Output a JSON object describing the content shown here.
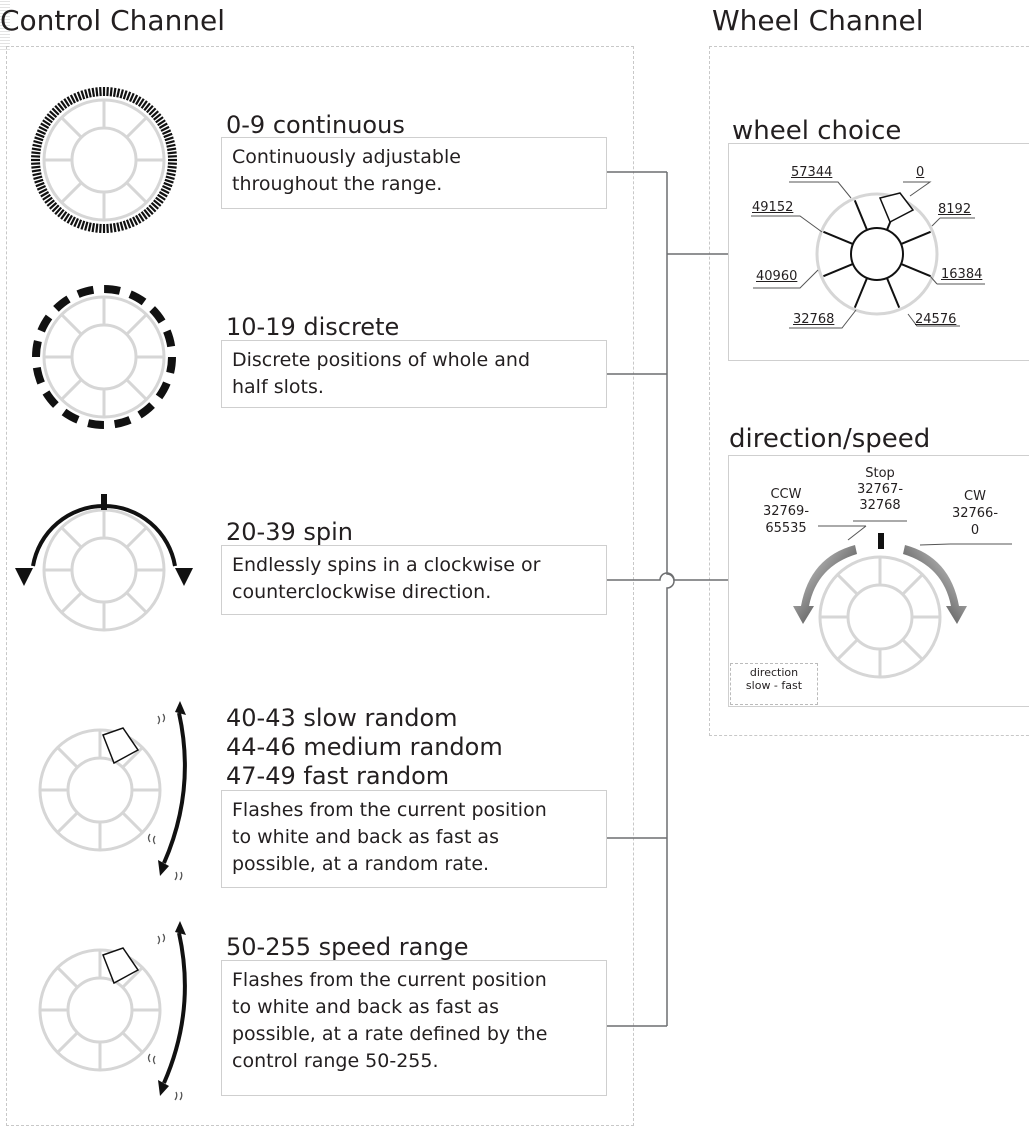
{
  "control": {
    "title": "Control Channel",
    "modes": [
      {
        "range_title": "0-9 continuous",
        "lines": [
          "Continuously adjustable",
          "throughout the range."
        ]
      },
      {
        "range_title": "10-19 discrete",
        "lines": [
          "Discrete positions of whole and",
          "half slots."
        ]
      },
      {
        "range_title": "20-39 spin",
        "lines": [
          "Endlessly spins in a clockwise or",
          "counterclockwise direction."
        ]
      },
      {
        "range_titles": [
          "40-43 slow random",
          "44-46 medium random",
          "47-49 fast random"
        ],
        "lines": [
          "Flashes from the current position",
          "to white and back as fast as",
          "possible, at a random rate."
        ]
      },
      {
        "range_title": "50-255 speed range",
        "lines": [
          "Flashes from the current position",
          "to white and back as fast as",
          "possible, at a rate defined by the",
          "control range 50-255."
        ]
      }
    ]
  },
  "wheel": {
    "title": "Wheel Channel",
    "wheel_choice": {
      "title": "wheel choice",
      "positions": [
        "0",
        "8192",
        "16384",
        "24576",
        "32768",
        "40960",
        "49152",
        "57344"
      ]
    },
    "direction_speed": {
      "title": "direction/speed",
      "stop_label": [
        "Stop",
        "32767-",
        "32768"
      ],
      "ccw_label": [
        "CCW",
        "32769-",
        "65535"
      ],
      "cw_label": [
        "CW",
        "32766-",
        "0"
      ],
      "note": [
        "direction",
        "slow - fast"
      ]
    }
  }
}
